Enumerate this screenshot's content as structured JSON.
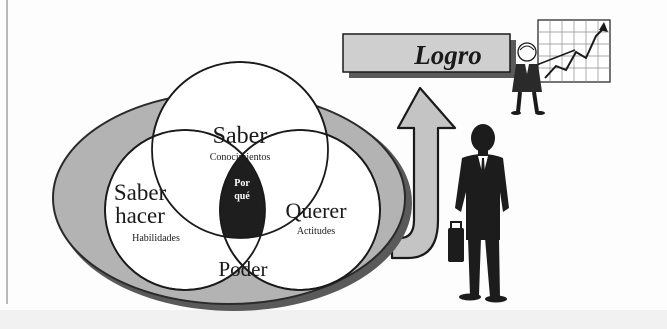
{
  "title_banner": {
    "text": "Logro"
  },
  "diagram": {
    "circles": {
      "top": {
        "title": "Saber",
        "subtitle": "Conocimientos"
      },
      "left": {
        "title_line1": "Saber",
        "title_line2": "hacer",
        "subtitle": "Habilidades"
      },
      "right": {
        "title": "Querer",
        "subtitle": "Actitudes"
      }
    },
    "center": {
      "line1": "Por",
      "line2": "qué"
    },
    "outer": {
      "label": "Poder"
    }
  },
  "colors": {
    "outer_ellipse": "#b3b3b3",
    "outer_shadow": "#5a5a5a",
    "circles_fill": "#ffffff",
    "center_fill": "#1e1e1e",
    "arrow_fill": "#c4c4c4",
    "banner_fill": "#cfcfcf",
    "ink": "#1a1a1a"
  },
  "icons": {
    "businessman": "businessman-with-briefcase-icon",
    "presenter": "presenter-with-growth-chart-icon"
  }
}
